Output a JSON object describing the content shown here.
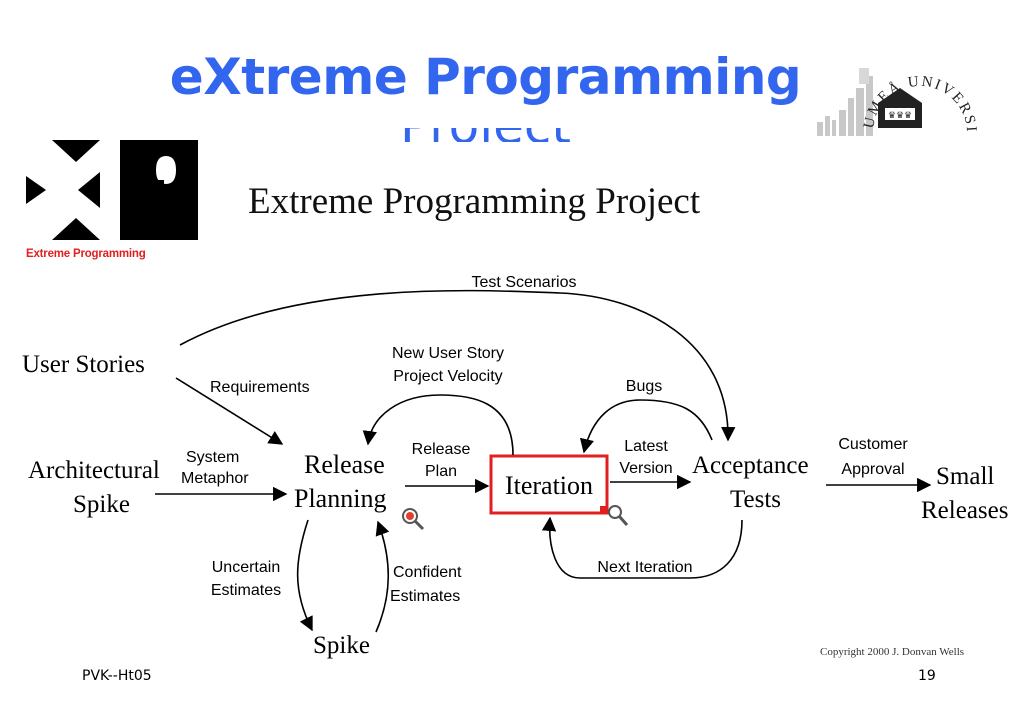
{
  "slide": {
    "title": "eXtreme Programming",
    "title_remnant": "Project",
    "footer_left": "PVK--Ht05",
    "page_number": "19",
    "accent_color": "#3366ee"
  },
  "logo": {
    "text": "Extreme Programming",
    "text_color": "#e02020"
  },
  "university_logo": {
    "arc_text": "UMEÅ UNIVERSITET"
  },
  "diagram": {
    "title": "Extreme Programming Project",
    "nodes": {
      "user_stories": "User Stories",
      "architectural_spike_1": "Architectural",
      "architectural_spike_2": "Spike",
      "release_planning_1": "Release",
      "release_planning_2": "Planning",
      "iteration": "Iteration",
      "acceptance_tests_1": "Acceptance",
      "acceptance_tests_2": "Tests",
      "small_releases_1": "Small",
      "small_releases_2": "Releases",
      "spike": "Spike"
    },
    "edges": {
      "test_scenarios": "Test Scenarios",
      "requirements": "Requirements",
      "new_user_story": "New User Story",
      "project_velocity": "Project Velocity",
      "bugs": "Bugs",
      "system": "System",
      "metaphor": "Metaphor",
      "release": "Release",
      "plan": "Plan",
      "latest": "Latest",
      "version": "Version",
      "customer": "Customer",
      "approval": "Approval",
      "next_iteration": "Next Iteration",
      "uncertain": "Uncertain",
      "estimates_uncertain": "Estimates",
      "confident": "Confident",
      "estimates_confident": "Estimates"
    },
    "copyright": "Copyright 2000 J. Donvan Wells",
    "iteration_border_color": "#e02020"
  }
}
